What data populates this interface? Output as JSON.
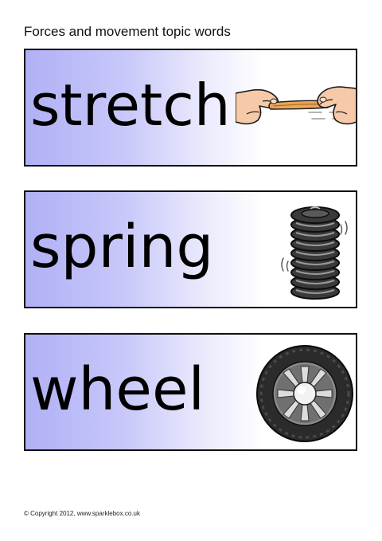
{
  "page": {
    "title": "Forces and movement topic words",
    "copyright": "© Copyright 2012, www.sparklebox.co.uk"
  },
  "cards": [
    {
      "word": "stretch",
      "icon": "stretching-band-icon"
    },
    {
      "word": "spring",
      "icon": "coil-spring-icon"
    },
    {
      "word": "wheel",
      "icon": "tyre-wheel-icon"
    }
  ],
  "colors": {
    "card_gradient_start": "#b0b0f6",
    "card_gradient_end": "#ffffff",
    "border": "#111111",
    "text": "#000000"
  }
}
